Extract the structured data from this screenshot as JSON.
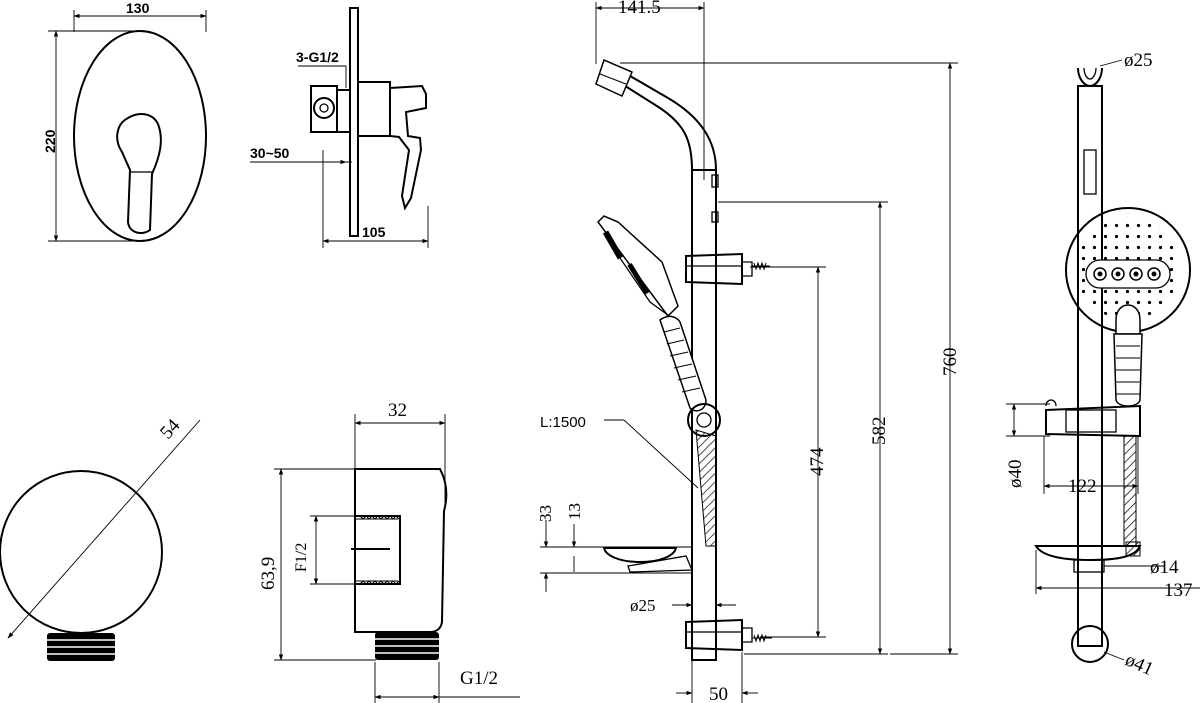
{
  "dimensions": {
    "plate_width": "130",
    "plate_height": "220",
    "thread_outlet": "3-G1/2",
    "wall_range": "30~50",
    "valve_depth": "105",
    "elbow_diameter": "54",
    "elbow_width": "32",
    "elbow_height": "63,9",
    "elbow_inner_thread": "F1/2",
    "elbow_thread": "G1/2",
    "rail_offset": "141.5",
    "hose_length": "L:1500",
    "dim_33": "33",
    "dim_13": "13",
    "pipe_diameter": "ø25",
    "bracket_spacing": "474",
    "rail_length": "582",
    "total_height": "760",
    "bottom_projection": "50",
    "top_diameter": "ø25",
    "slider_diameter": "ø40",
    "slider_depth": "122",
    "dish_dim": "ø14",
    "dish_projection": "137",
    "base_diameter": "ø41"
  }
}
